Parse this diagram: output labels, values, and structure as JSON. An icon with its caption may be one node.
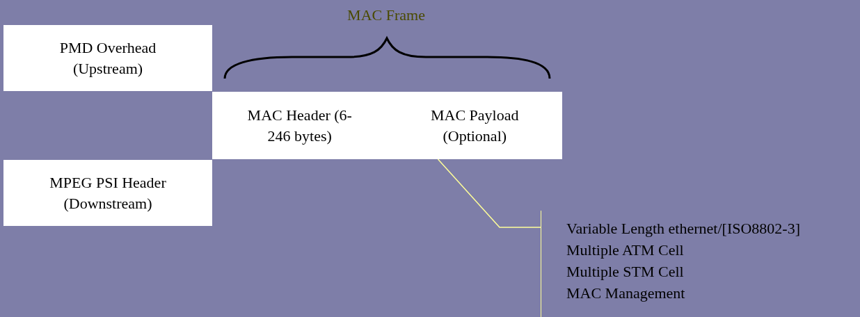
{
  "diagram": {
    "nodes": [
      {
        "text": [
          "PMD Overhead (Upstream)"
        ]
      },
      {
        "text": [
          "MAC Header (6-246 bytes)",
          "MAC Payload (Optional)"
        ]
      },
      {
        "text": [
          "MPEG PSI Header (Downstream)"
        ]
      },
      {
        "text": [
          "Variable Length ethernet/[ISO8802-3]",
          "Multiple ATM Cell",
          "Multiple STM Cell",
          "MAC Management"
        ]
      }
    ],
    "edges": [
      {
        "from": 3,
        "to": 1,
        "arrow": "none",
        "color": "#ffff99"
      }
    ],
    "labels": [
      "MAC Frame"
    ]
  }
}
